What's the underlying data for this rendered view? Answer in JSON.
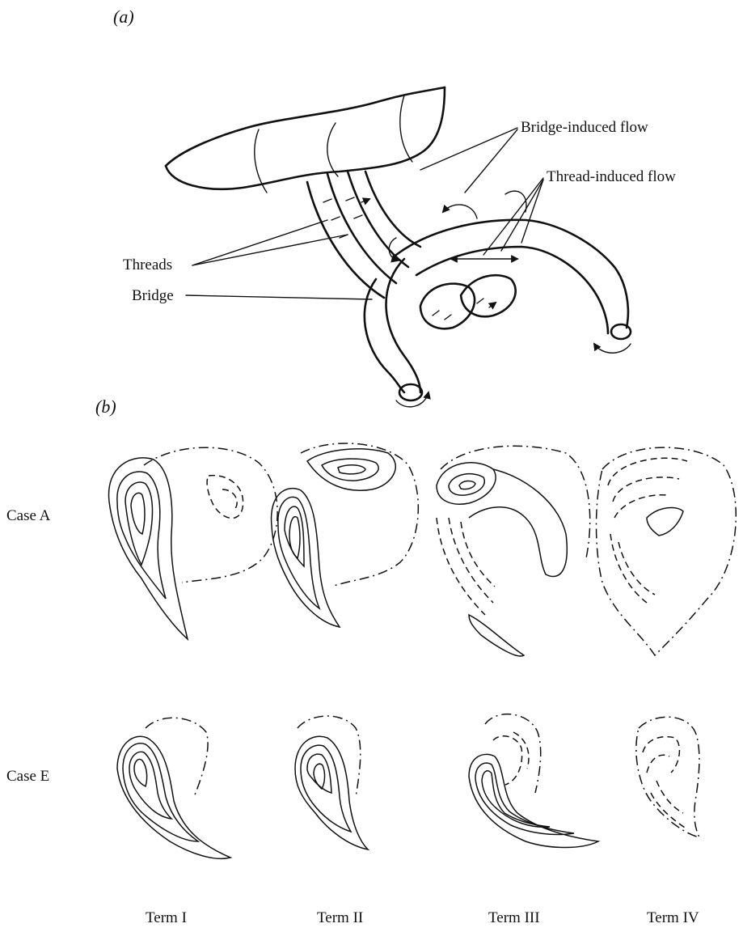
{
  "panel_a": {
    "label": "(a)",
    "annotations": {
      "bridge_induced_flow": "Bridge-induced flow",
      "thread_induced_flow": "Thread-induced flow",
      "threads": "Threads",
      "bridge": "Bridge"
    }
  },
  "panel_b": {
    "label": "(b)",
    "row_labels": [
      "Case A",
      "Case E"
    ],
    "column_labels": [
      "Term I",
      "Term II",
      "Term III",
      "Term IV"
    ]
  }
}
